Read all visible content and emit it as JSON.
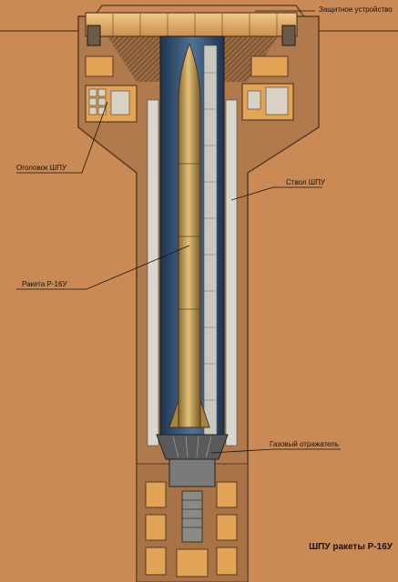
{
  "labels": {
    "protective_device": "Защитное устройство",
    "silo_head": "Оголовок ШПУ",
    "silo_shaft": "Ствол ШПУ",
    "missile": "Ракета Р-16У",
    "gas_deflector": "Газовый отражатель"
  },
  "caption": "ШПУ ракеты Р-16У",
  "colors": {
    "ground": "#c98a55",
    "concrete": "#b07a4c",
    "shaft_interior": "#3a5878",
    "missile": "#c8a45a",
    "lid": "#e0b070",
    "room": "#e2a457",
    "leader_line": "#1a1208"
  }
}
